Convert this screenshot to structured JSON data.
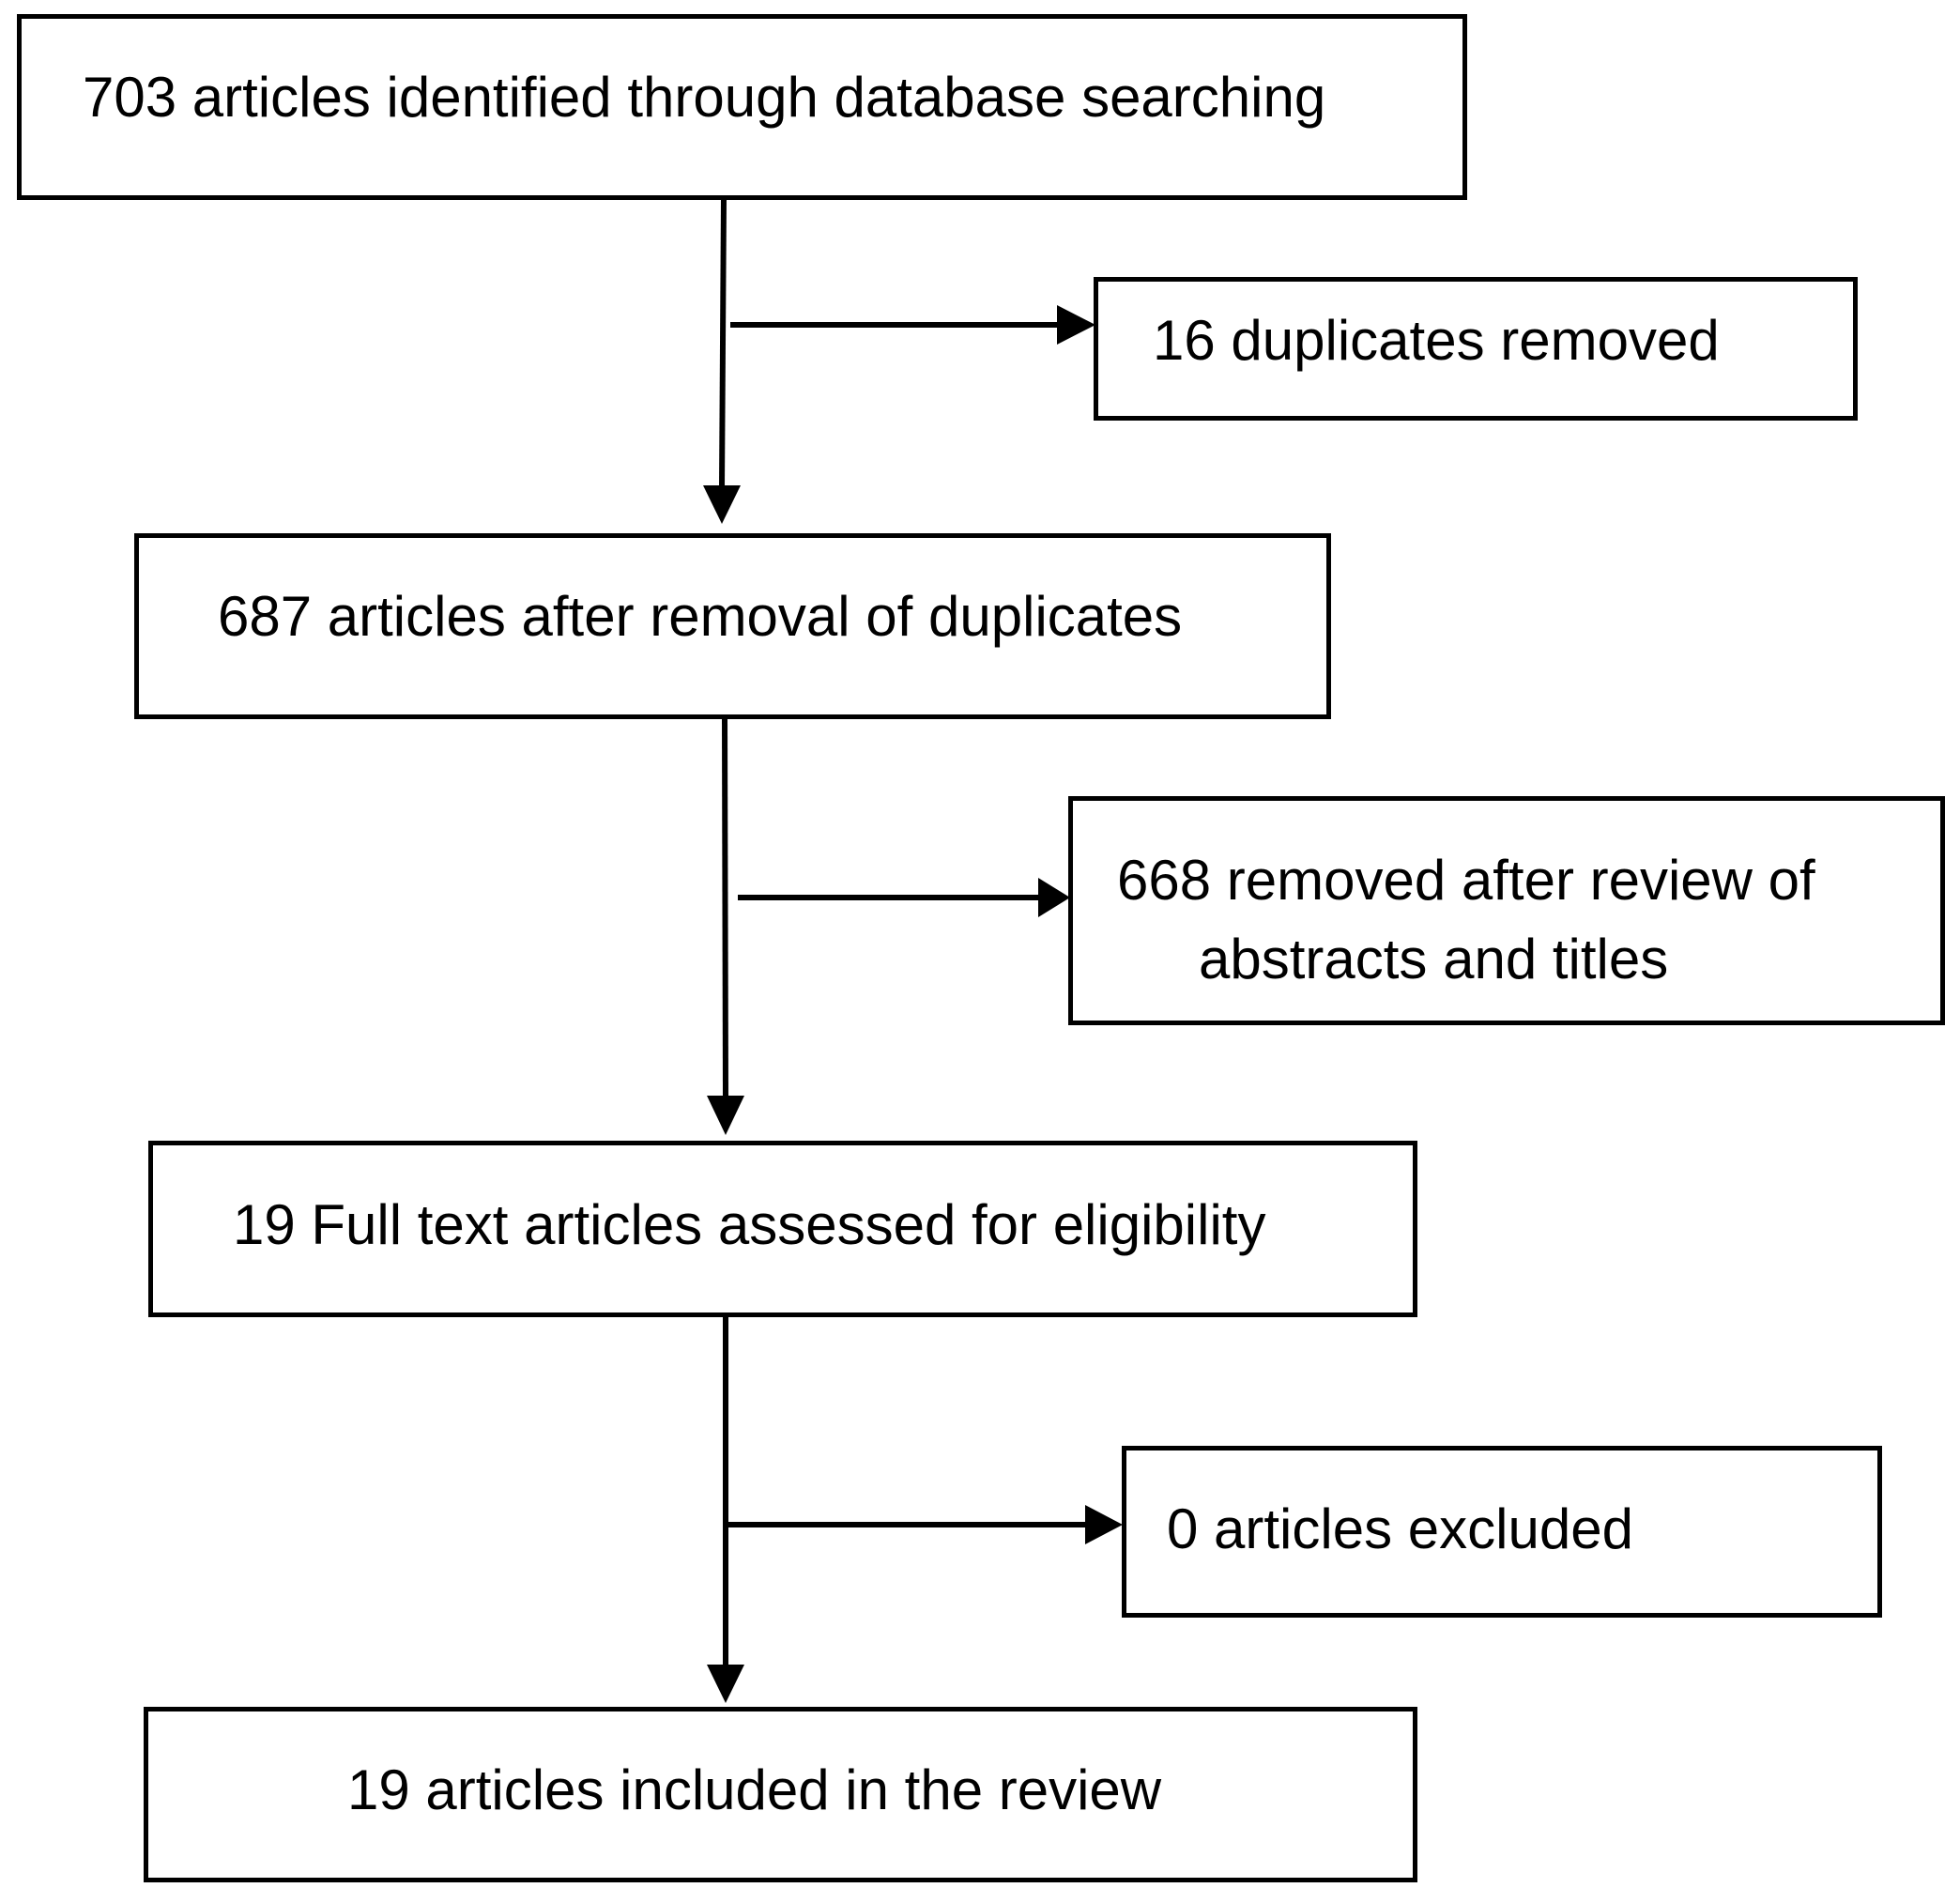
{
  "flowchart": {
    "identified": "703 articles identified through database searching",
    "duplicates_removed": "16 duplicates removed",
    "after_duplicates": "687 articles after removal of duplicates",
    "removed_after_review_line1": "668 removed after review of",
    "removed_after_review_line2": "abstracts and titles",
    "full_text_assessed": "19 Full text articles assessed for eligibility",
    "excluded": "0 articles excluded",
    "included": "19 articles included in the review"
  }
}
